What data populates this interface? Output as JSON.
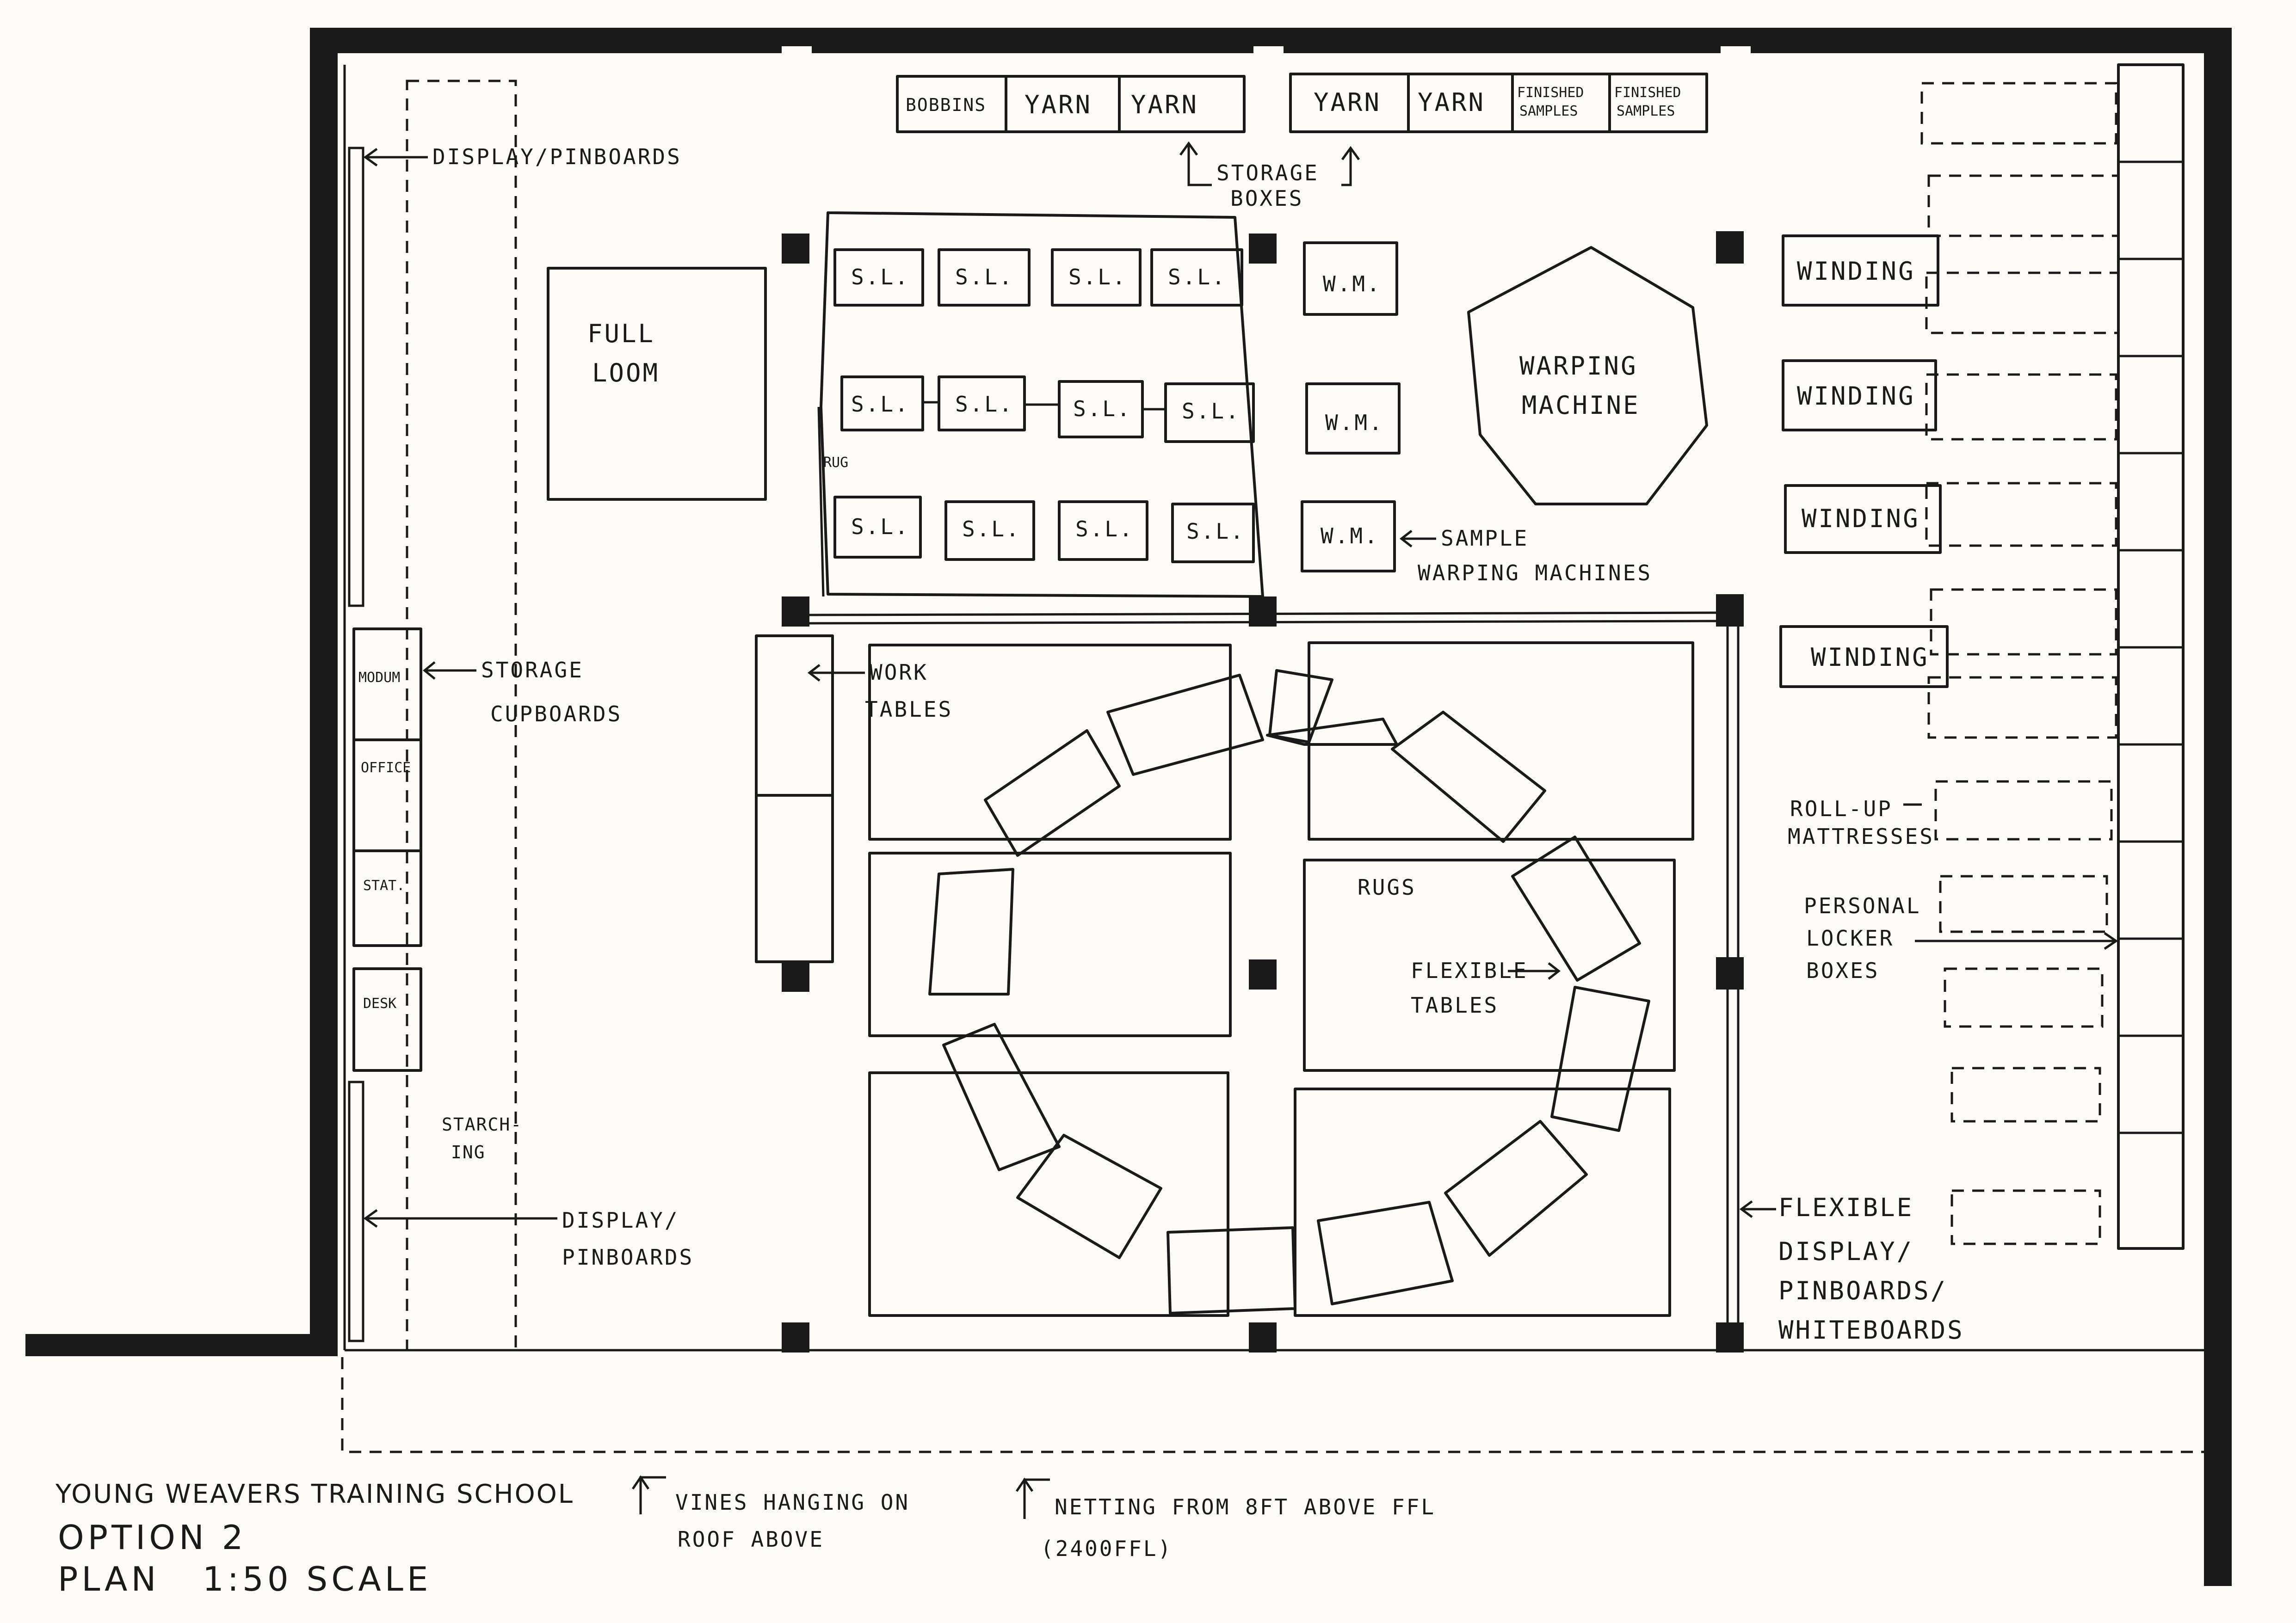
{
  "title_block": {
    "line1": "YOUNG WEAVERS TRAINING SCHOOL",
    "line2": "OPTION 2",
    "line3": "PLAN   1:50 SCALE"
  },
  "storage_boxes": [
    "BOBBINS",
    "YARN",
    "YARN",
    "YARN",
    "YARN",
    "FINISHED SAMPLES",
    "FINISHED SAMPLES"
  ],
  "storage_boxes_label": [
    "STORAGE",
    "BOXES"
  ],
  "display_pinboards_top": "DISPLAY/PINBOARDS",
  "display_pinboards_bottom": [
    "DISPLAY/",
    "PINBOARDS"
  ],
  "storage_cupboards": [
    "STORAGE",
    "CUPBOARDS"
  ],
  "full_loom": [
    "FULL",
    "LOOM"
  ],
  "small_looms": [
    "S.L.",
    "S.L.",
    "S.L.",
    "S.L.",
    "S.L.",
    "S.L.",
    "S.L.",
    "S.L.",
    "S.L.",
    "S.L.",
    "S.L.",
    "S.L."
  ],
  "rug_label": "RUG",
  "warping_machines": [
    "W.M.",
    "W.M.",
    "W.M."
  ],
  "sample_warping_label": [
    "SAMPLE",
    "WARPING MACHINES"
  ],
  "warping_machine": [
    "WARPING",
    "MACHINE"
  ],
  "winding": [
    "WINDING",
    "WINDING",
    "WINDING",
    "WINDING"
  ],
  "left_rooms": [
    "MODUM",
    "OFFICE",
    "STAT.",
    "DESK"
  ],
  "starching": [
    "STARCH-",
    "ING"
  ],
  "work_tables": [
    "WORK",
    "TABLES"
  ],
  "rugs_label": "RUGS",
  "flexible_tables": [
    "FLEXIBLE",
    "TABLES"
  ],
  "roll_up_mattresses": [
    "ROLL-UP",
    "MATTRESSES"
  ],
  "personal_locker_boxes": [
    "PERSONAL",
    "LOCKER",
    "BOXES"
  ],
  "flexible_display": [
    "FLEXIBLE",
    "DISPLAY/",
    "PINBOARDS/",
    "WHITEBOARDS"
  ],
  "vines_note": [
    "VINES HANGING ON",
    "ROOF ABOVE"
  ],
  "netting_note": [
    "NETTING FROM  8FT ABOVE FFL",
    "(2400FFL)"
  ]
}
